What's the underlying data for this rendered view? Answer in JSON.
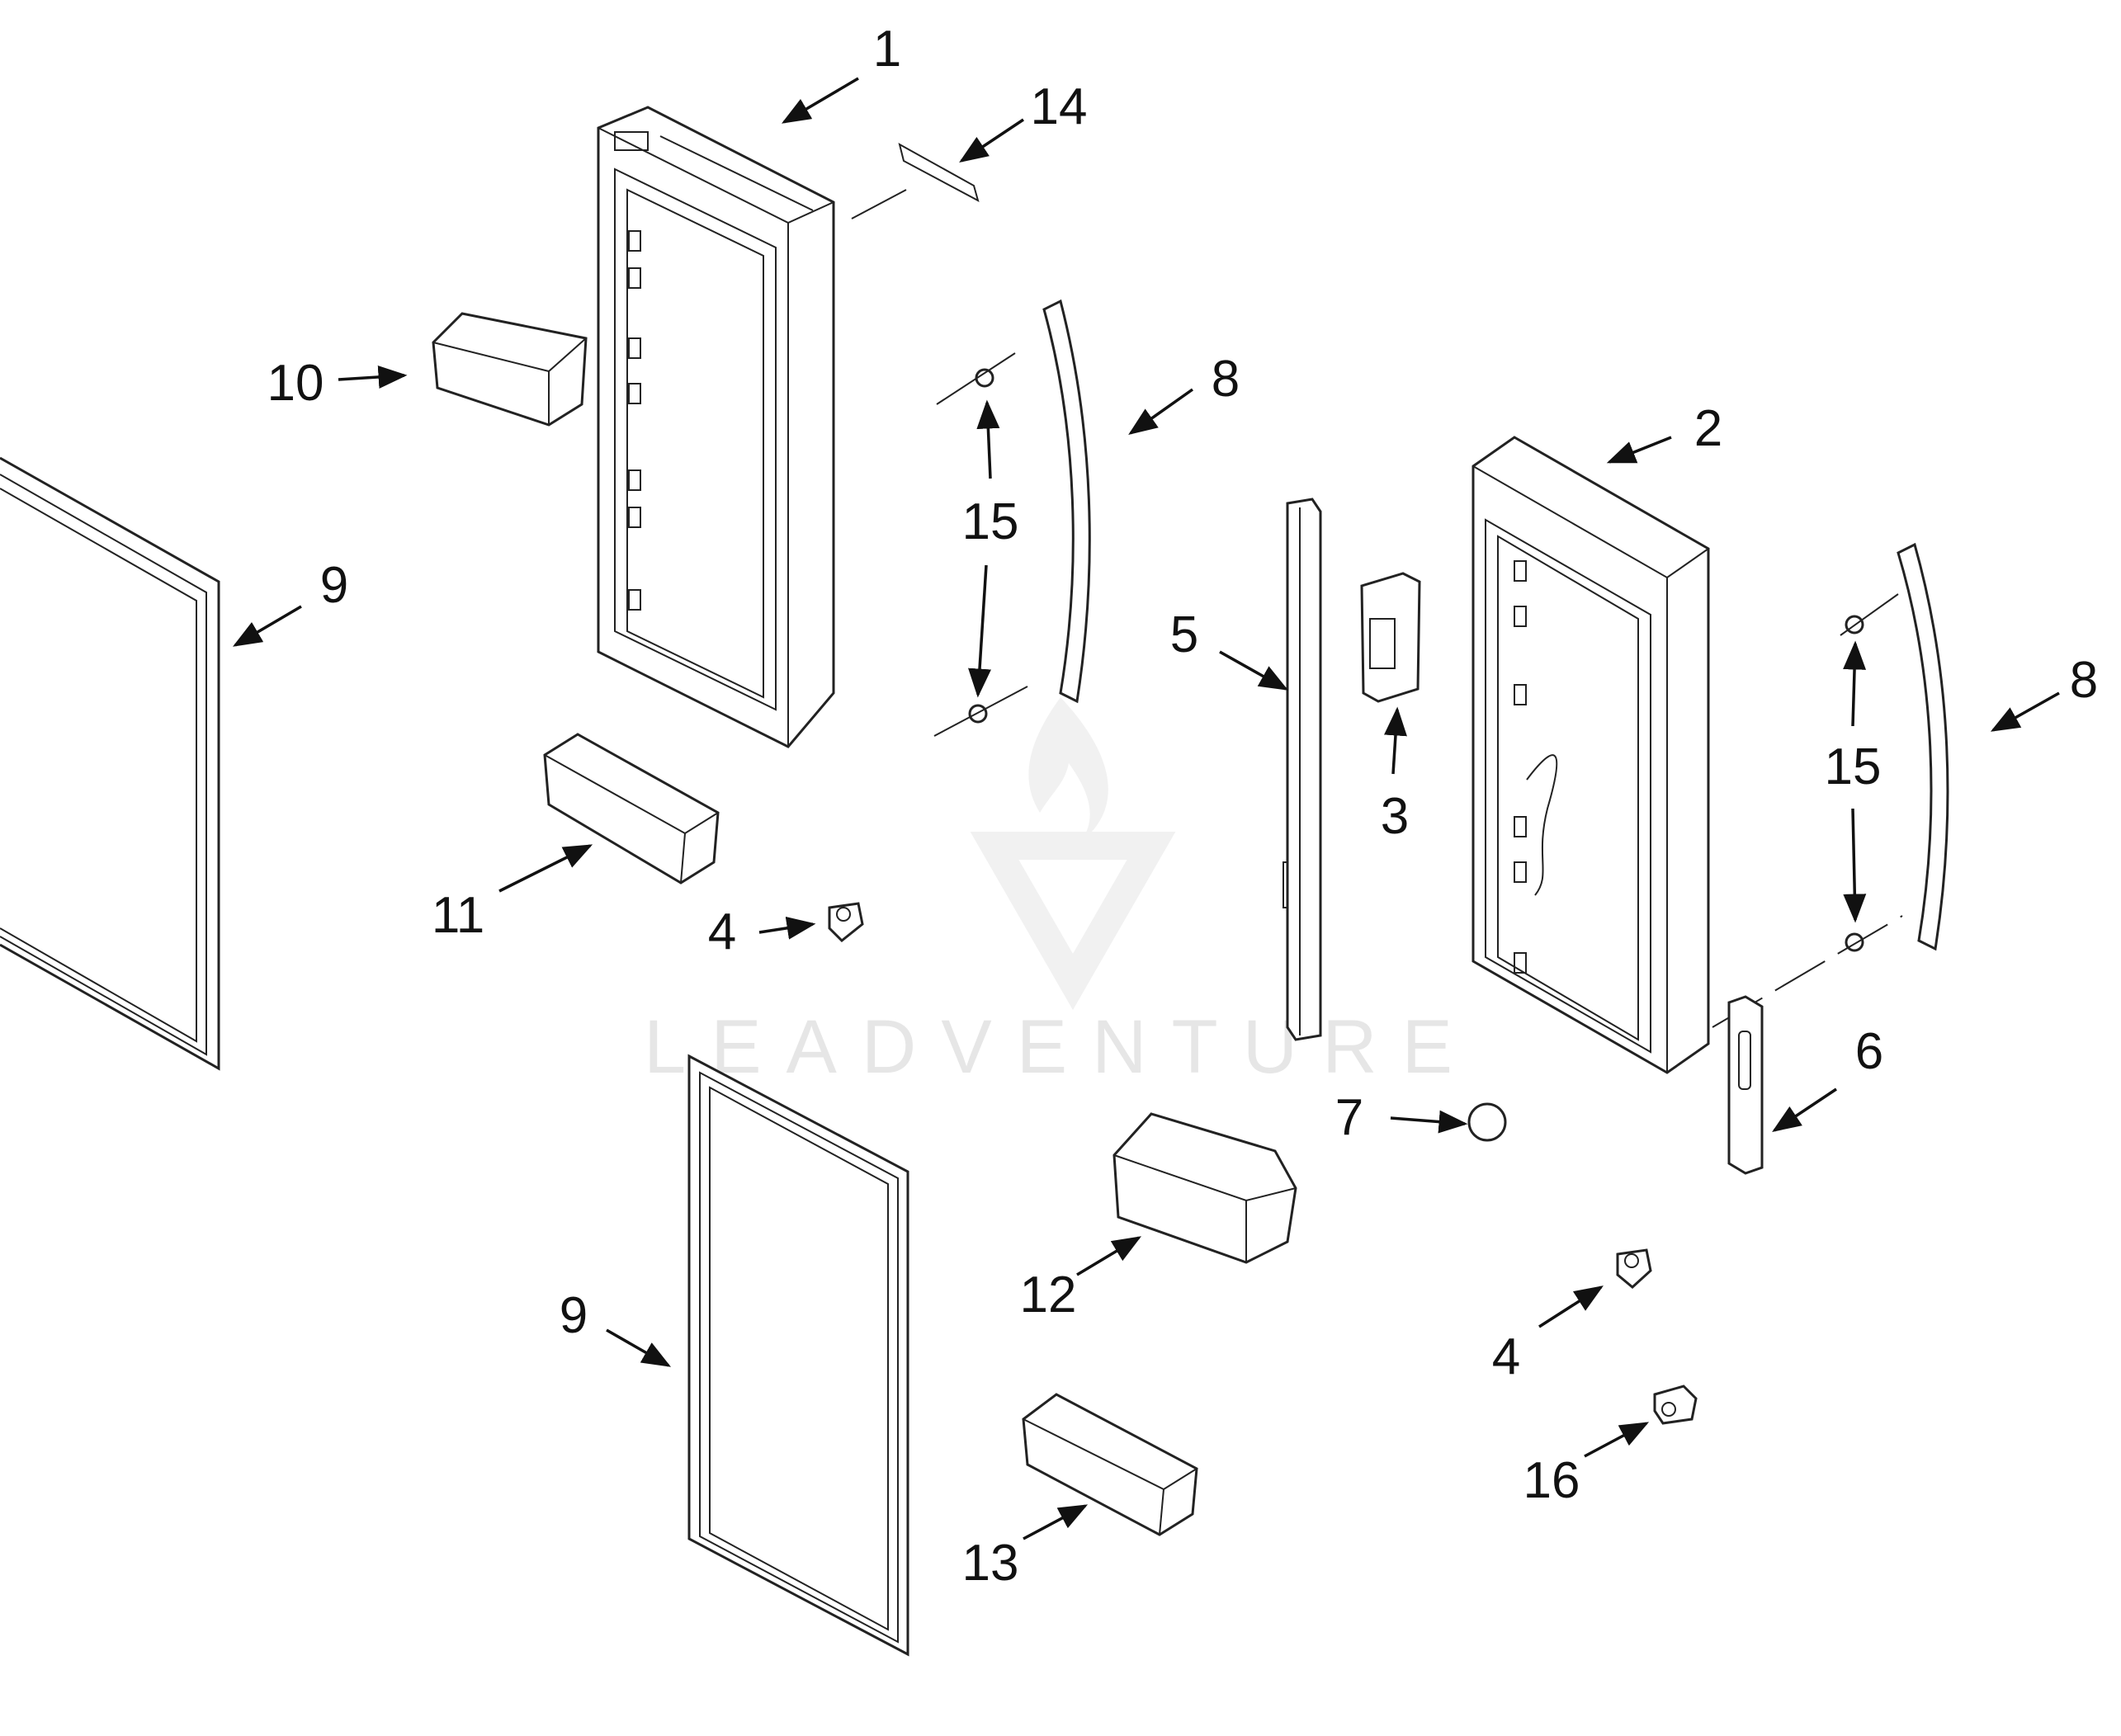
{
  "watermark": {
    "text": "LEADVENTURE",
    "color": "#e6e6e6"
  },
  "callouts": [
    {
      "id": "c1",
      "label": "1",
      "part": "left refrigerator door assembly"
    },
    {
      "id": "c14",
      "label": "14",
      "part": "door badge"
    },
    {
      "id": "c10",
      "label": "10",
      "part": "upper door bin"
    },
    {
      "id": "c8a",
      "label": "8",
      "part": "door handle (left)"
    },
    {
      "id": "c15a",
      "label": "15",
      "part": "handle mounting stud (left)"
    },
    {
      "id": "c9a",
      "label": "9",
      "part": "door gasket (left)"
    },
    {
      "id": "c11",
      "label": "11",
      "part": "door bin"
    },
    {
      "id": "c4a",
      "label": "4",
      "part": "hinge bracket (left)"
    },
    {
      "id": "c2",
      "label": "2",
      "part": "right refrigerator door assembly"
    },
    {
      "id": "c5",
      "label": "5",
      "part": "center mullion"
    },
    {
      "id": "c3",
      "label": "3",
      "part": "control board"
    },
    {
      "id": "c8b",
      "label": "8",
      "part": "door handle (right)"
    },
    {
      "id": "c15b",
      "label": "15",
      "part": "handle mounting stud (right)"
    },
    {
      "id": "c6",
      "label": "6",
      "part": "door trim cover"
    },
    {
      "id": "c7",
      "label": "7",
      "part": "plug button"
    },
    {
      "id": "c12",
      "label": "12",
      "part": "large door bin"
    },
    {
      "id": "c9b",
      "label": "9",
      "part": "door gasket (right)"
    },
    {
      "id": "c4b",
      "label": "4",
      "part": "hinge bracket (right)"
    },
    {
      "id": "c16",
      "label": "16",
      "part": "door closer cam"
    },
    {
      "id": "c13",
      "label": "13",
      "part": "door bin"
    }
  ]
}
